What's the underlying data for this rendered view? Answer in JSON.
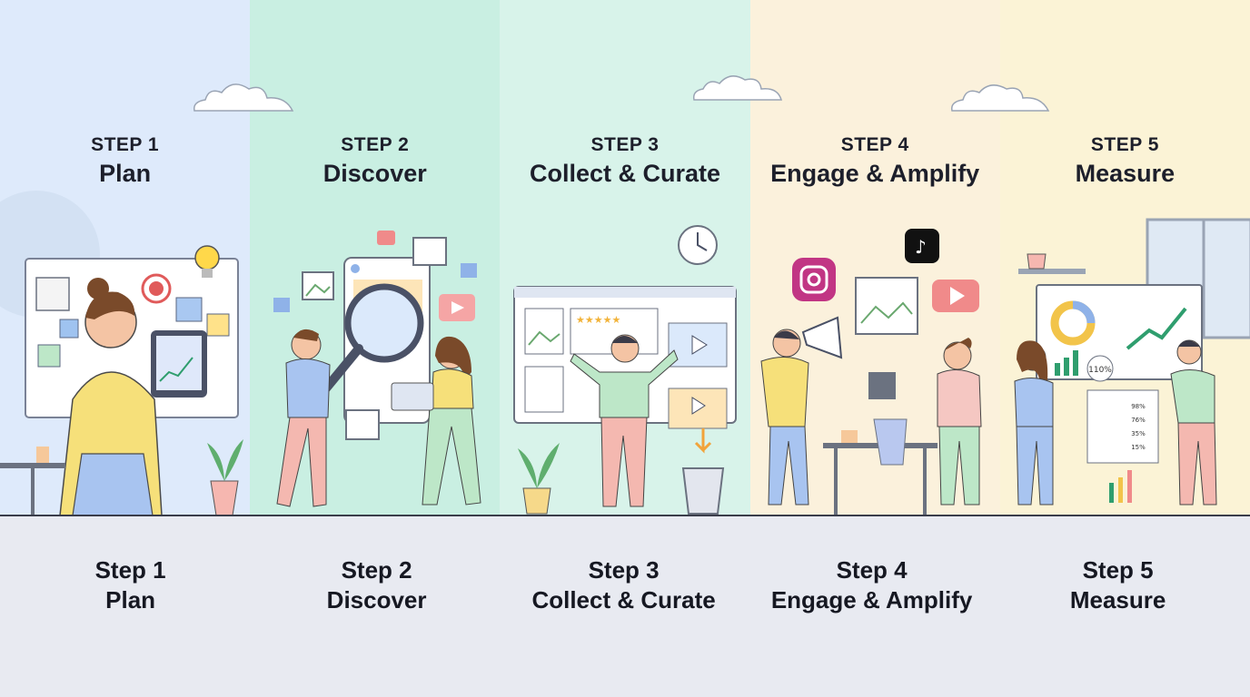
{
  "panels": [
    {
      "step_label": "STEP 1",
      "title": "Plan",
      "bg": "#deeafb"
    },
    {
      "step_label": "STEP 2",
      "title": "Discover",
      "bg": "#c9efe2"
    },
    {
      "step_label": "STEP 3",
      "title": "Collect & Curate",
      "bg": "#d8f3ea"
    },
    {
      "step_label": "STEP 4",
      "title": "Engage & Amplify",
      "bg": "#fbf1dc"
    },
    {
      "step_label": "STEP 5",
      "title": "Measure",
      "bg": "#fbf3d6"
    }
  ],
  "captions": [
    {
      "line1": "Step 1",
      "line2": "Plan"
    },
    {
      "line1": "Step 2",
      "line2": "Discover"
    },
    {
      "line1": "Step 3",
      "line2": "Collect & Curate"
    },
    {
      "line1": "Step 4",
      "line2": "Engage & Amplify"
    },
    {
      "line1": "Step 5",
      "line2": "Measure"
    }
  ],
  "measure_stats": {
    "badge": "110%",
    "values": [
      "98%",
      "76%",
      "35%",
      "15%"
    ]
  },
  "icons": {
    "plan": [
      "sticky-notes",
      "target-icon",
      "lightbulb-icon",
      "tablet-chart-icon",
      "plant-icon"
    ],
    "discover": [
      "magnifier-icon",
      "image-icon",
      "thumbs-up-icon",
      "heart-icon",
      "laptop-icon",
      "video-icon"
    ],
    "collect": [
      "browser-window",
      "image-card",
      "star-rating",
      "video-card",
      "clock-icon",
      "trash-bin-icon",
      "arrow-down-icon"
    ],
    "engage": [
      "instagram-icon",
      "tiktok-icon",
      "youtube-icon",
      "megaphone-icon",
      "image-post",
      "table-chair"
    ],
    "measure": [
      "donut-chart",
      "line-chart",
      "bar-chart",
      "checklist",
      "window",
      "plant-icon"
    ]
  }
}
